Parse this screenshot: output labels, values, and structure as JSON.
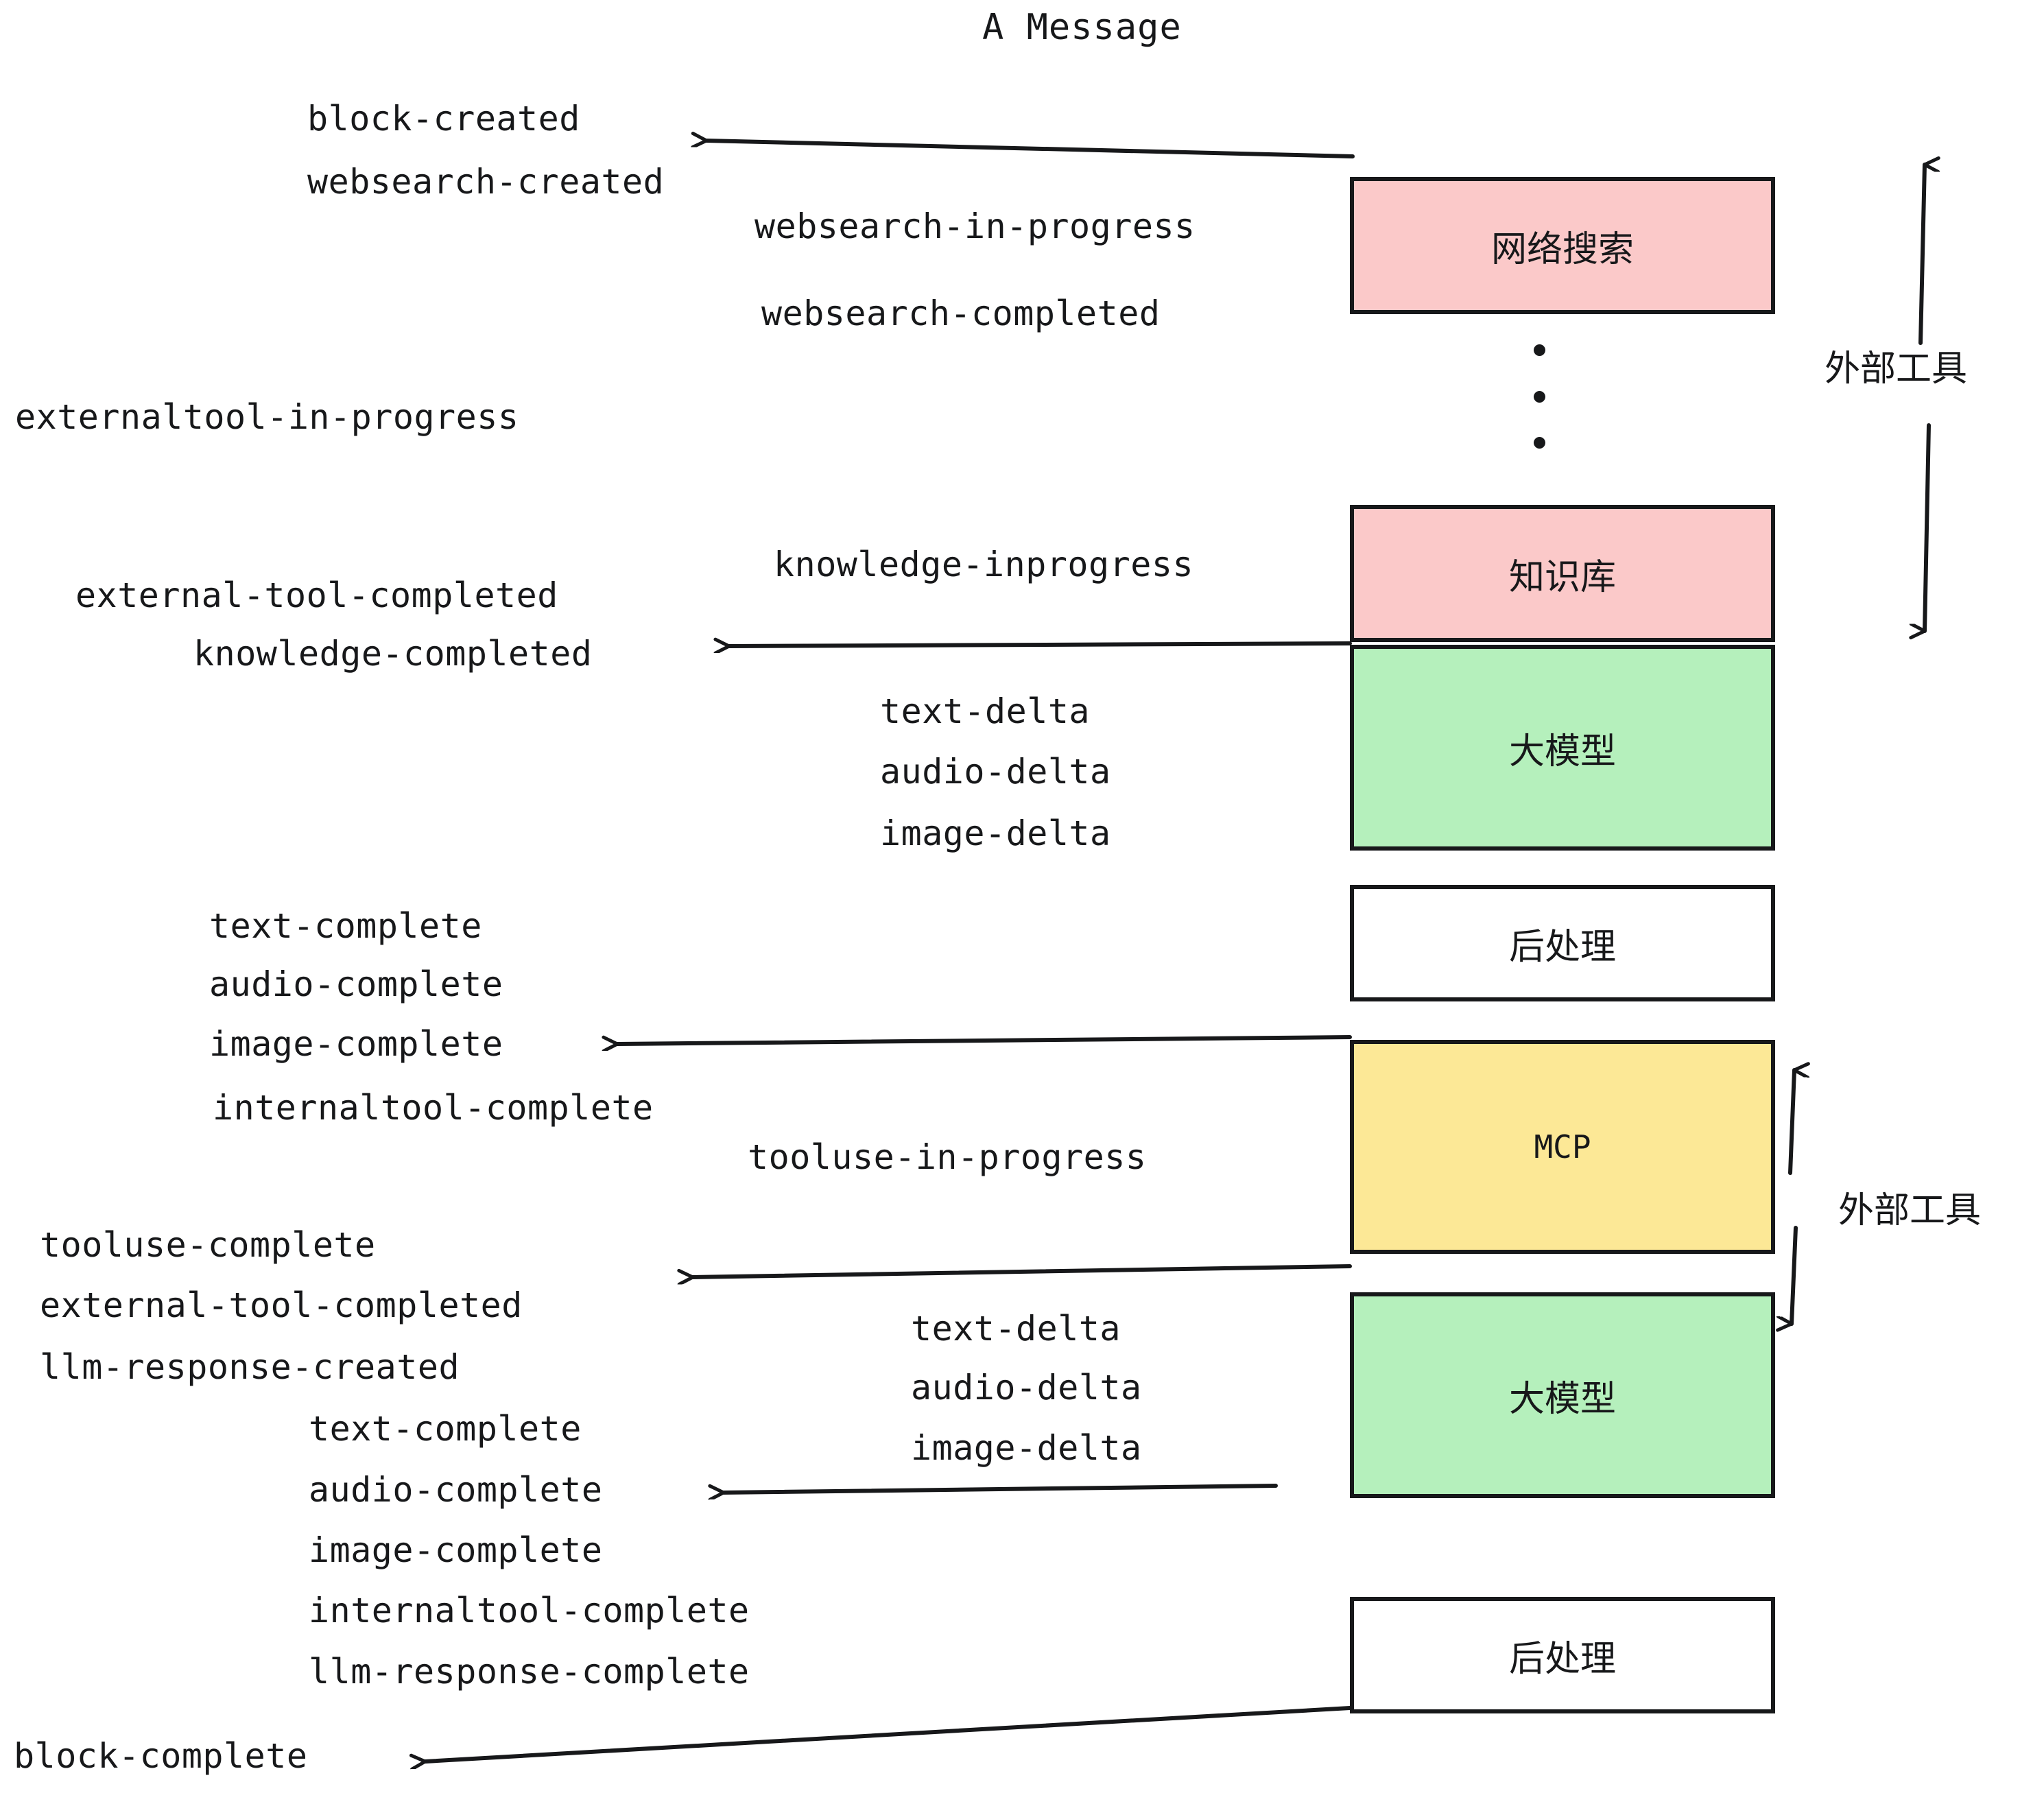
{
  "diagram": {
    "title": "A Message",
    "colors": {
      "pink": "#FBC9C9",
      "green": "#B5F0BC",
      "yellow": "#FCE896",
      "white": "#FFFFFF",
      "stroke": "#17181A",
      "background": "#FFFFFF"
    },
    "nodes": [
      {
        "id": "websearch",
        "label": "网络搜索",
        "fill": "pink",
        "script": "han"
      },
      {
        "id": "knowledge",
        "label": "知识库",
        "fill": "pink",
        "script": "han"
      },
      {
        "id": "llm-1",
        "label": "大模型",
        "fill": "green",
        "script": "han"
      },
      {
        "id": "postprocess-1",
        "label": "后处理",
        "fill": "white",
        "script": "han"
      },
      {
        "id": "mcp",
        "label": "MCP",
        "fill": "yellow",
        "script": "latin"
      },
      {
        "id": "llm-2",
        "label": "大模型",
        "fill": "green",
        "script": "han"
      },
      {
        "id": "postprocess-2",
        "label": "后处理",
        "fill": "white",
        "script": "han"
      }
    ],
    "group_labels": [
      {
        "id": "external-tools-top",
        "text": "外部工具"
      },
      {
        "id": "external-tools-bottom",
        "text": "外部工具"
      }
    ],
    "ellipsis": {
      "id": "vertical-ellipsis",
      "dots": 3
    },
    "events": [
      {
        "id": "e01",
        "text": "block-created"
      },
      {
        "id": "e02",
        "text": "websearch-created"
      },
      {
        "id": "e03",
        "text": "websearch-in-progress"
      },
      {
        "id": "e04",
        "text": "websearch-completed"
      },
      {
        "id": "e05",
        "text": "externaltool-in-progress"
      },
      {
        "id": "e06",
        "text": "knowledge-inprogress"
      },
      {
        "id": "e07",
        "text": "external-tool-completed"
      },
      {
        "id": "e08",
        "text": "knowledge-completed"
      },
      {
        "id": "e09",
        "text": "text-delta"
      },
      {
        "id": "e10",
        "text": "audio-delta"
      },
      {
        "id": "e11",
        "text": "image-delta"
      },
      {
        "id": "e12",
        "text": "text-complete"
      },
      {
        "id": "e13",
        "text": "audio-complete"
      },
      {
        "id": "e14",
        "text": "image-complete"
      },
      {
        "id": "e15",
        "text": "internaltool-complete"
      },
      {
        "id": "e16",
        "text": "tooluse-in-progress"
      },
      {
        "id": "e17",
        "text": "tooluse-complete"
      },
      {
        "id": "e18",
        "text": "external-tool-completed"
      },
      {
        "id": "e19",
        "text": "llm-response-created"
      },
      {
        "id": "e20",
        "text": "text-delta"
      },
      {
        "id": "e21",
        "text": "audio-delta"
      },
      {
        "id": "e22",
        "text": "image-delta"
      },
      {
        "id": "e23",
        "text": "text-complete"
      },
      {
        "id": "e24",
        "text": "audio-complete"
      },
      {
        "id": "e25",
        "text": "image-complete"
      },
      {
        "id": "e26",
        "text": "internaltool-complete"
      },
      {
        "id": "e27",
        "text": "llm-response-complete"
      },
      {
        "id": "e28",
        "text": "block-complete"
      }
    ],
    "arrows": [
      {
        "id": "arrow-websearch-out",
        "from": "websearch",
        "to": "e02",
        "direction": "left"
      },
      {
        "id": "arrow-knowledge-out",
        "from": "knowledge",
        "to": "e08",
        "direction": "left"
      },
      {
        "id": "arrow-llm1-out",
        "from": "mcp",
        "to": "e14",
        "direction": "left"
      },
      {
        "id": "arrow-mcp-out",
        "from": "llm-2",
        "to": "e18",
        "direction": "left"
      },
      {
        "id": "arrow-llm2-out",
        "from": "llm-2",
        "to": "e24",
        "direction": "left"
      },
      {
        "id": "arrow-post2-out",
        "from": "postprocess-2",
        "to": "e28",
        "direction": "left"
      },
      {
        "id": "arrow-ext-top-up",
        "from": "group",
        "to": "up",
        "direction": "up"
      },
      {
        "id": "arrow-ext-top-down",
        "from": "group",
        "to": "down",
        "direction": "down"
      },
      {
        "id": "arrow-ext-bot-up",
        "from": "group",
        "to": "up",
        "direction": "up"
      },
      {
        "id": "arrow-ext-bot-down",
        "from": "group",
        "to": "down",
        "direction": "down"
      }
    ]
  }
}
